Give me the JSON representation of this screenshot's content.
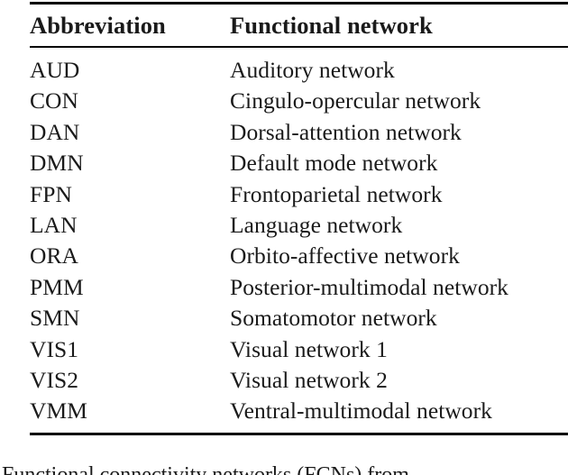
{
  "document": {
    "type": "academic-table",
    "background_color": "#ffffff",
    "text_color": "#1a1a1a",
    "rule_color": "#000000"
  },
  "table": {
    "name": "functional-network-abbreviations",
    "headers": {
      "abbreviation": "Abbreviation",
      "functional_network": "Functional network"
    },
    "rows": [
      {
        "abbreviation": "AUD",
        "functional_network": "Auditory network"
      },
      {
        "abbreviation": "CON",
        "functional_network": "Cingulo-opercular network"
      },
      {
        "abbreviation": "DAN",
        "functional_network": "Dorsal-attention network"
      },
      {
        "abbreviation": "DMN",
        "functional_network": "Default mode network"
      },
      {
        "abbreviation": "FPN",
        "functional_network": "Frontoparietal network"
      },
      {
        "abbreviation": "LAN",
        "functional_network": "Language network"
      },
      {
        "abbreviation": "ORA",
        "functional_network": "Orbito-affective network"
      },
      {
        "abbreviation": "PMM",
        "functional_network": "Posterior-multimodal network"
      },
      {
        "abbreviation": "SMN",
        "functional_network": "Somatomotor network"
      },
      {
        "abbreviation": "VIS1",
        "functional_network": "Visual network 1"
      },
      {
        "abbreviation": "VIS2",
        "functional_network": "Visual network 2"
      },
      {
        "abbreviation": "VMM",
        "functional_network": "Ventral-multimodal network"
      }
    ]
  },
  "caption": {
    "text": "Functional connectivity networks (FCNs) from"
  }
}
